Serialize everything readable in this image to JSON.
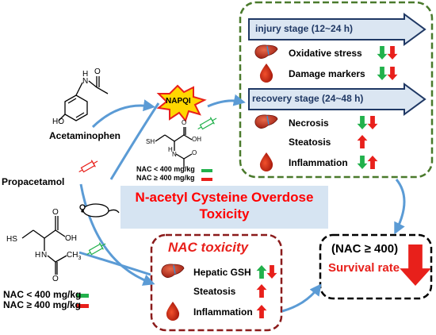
{
  "acetaminophen": {
    "label": "Acetaminophen",
    "atoms": {
      "oh": "HO",
      "nh": "H",
      "n": "N",
      "o": "O"
    }
  },
  "napqi": {
    "label": "NAPQI"
  },
  "nac_mid": {
    "atoms": {
      "o": "O",
      "oh": "OH",
      "sh": "SH",
      "nh": "H",
      "n": "N",
      "o2": "O"
    },
    "dose_low": "NAC < 400 mg/kg",
    "dose_high": "NAC ≥ 400 mg/kg"
  },
  "propacetamol": {
    "label": "Propacetamol"
  },
  "nac_left": {
    "atoms": {
      "o": "O",
      "oh": "OH",
      "sh": "HS",
      "nh": "H",
      "n": "N",
      "o2": "O",
      "ch3": "CH"
    },
    "dose_low": "NAC < 400 mg/kg",
    "dose_high": "NAC ≥ 400 mg/kg"
  },
  "title": {
    "line1": "N-acetyl Cysteine Overdose",
    "line2": "Toxicity"
  },
  "injury": {
    "stage_label": "injury stage (12~24 h)",
    "items": [
      {
        "label": "Oxidative stress",
        "icon": "liver-icon",
        "arrows": [
          "down-green",
          "down-red"
        ]
      },
      {
        "label": "Damage markers",
        "icon": "blood-drop-icon",
        "arrows": [
          "down-green",
          "down-red"
        ]
      }
    ]
  },
  "recovery": {
    "stage_label": "recovery stage (24~48 h)",
    "items": [
      {
        "label": "Necrosis",
        "icon": "liver-icon",
        "arrows": [
          "down-green",
          "down-red"
        ]
      },
      {
        "label": "Steatosis",
        "icon": "",
        "arrows": [
          "up-red"
        ]
      },
      {
        "label": "Inflammation",
        "icon": "blood-drop-icon",
        "arrows": [
          "down-green",
          "up-red"
        ]
      }
    ]
  },
  "nac_toxicity": {
    "title": "NAC toxicity",
    "items": [
      {
        "label": "Hepatic GSH",
        "icon": "liver-icon",
        "arrows": [
          "up-green",
          "down-red"
        ]
      },
      {
        "label": "Steatosis",
        "icon": "",
        "arrows": [
          "up-red"
        ]
      },
      {
        "label": "Inflammation",
        "icon": "blood-drop-icon",
        "arrows": [
          "up-red"
        ]
      }
    ]
  },
  "survival": {
    "line1": "(NAC ≥ 400)",
    "line2": "Survival rate",
    "arrow": "down-red"
  },
  "colors": {
    "green": "#22b14c",
    "red": "#e8201b",
    "frame_green": "#4a7a2c",
    "frame_maroon": "#8b1b1b",
    "flow_arrow": "#5b9bd5",
    "stage_bar": "#dbe6f2",
    "title_box": "#d6e4f2",
    "title_text": "#ff0000"
  }
}
